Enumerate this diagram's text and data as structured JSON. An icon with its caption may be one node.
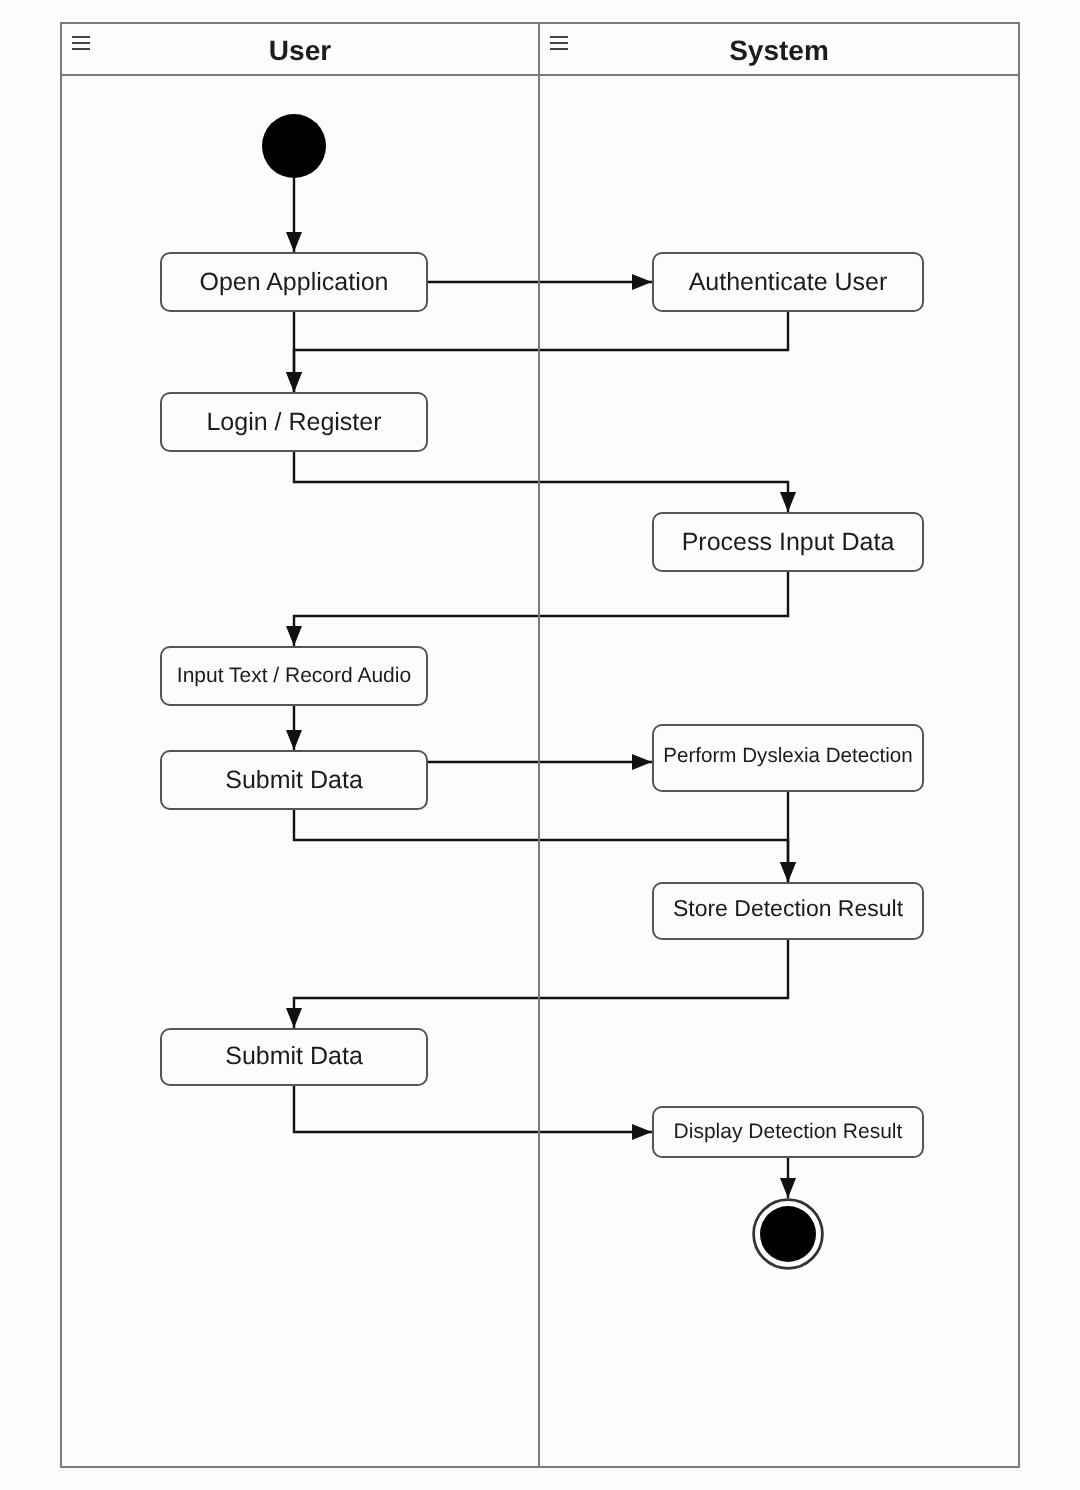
{
  "diagram": {
    "nodes": [
      {
        "text": [
          "User"
        ]
      },
      {
        "text": [
          "System"
        ]
      },
      {
        "text": [],
        "shape": "circle",
        "in": 0
      },
      {
        "text": [
          "Open Application"
        ],
        "in": 0
      },
      {
        "text": [
          "Authenticate User"
        ],
        "in": 1
      },
      {
        "text": [
          "Login / Register"
        ],
        "in": 0
      },
      {
        "text": [
          "Process Input Data"
        ],
        "in": 1
      },
      {
        "text": [
          "Input Text / Record Audio"
        ],
        "in": 0
      },
      {
        "text": [
          "Submit Data"
        ],
        "in": 0
      },
      {
        "text": [
          "Perform Dyslexia Detection"
        ],
        "in": 1
      },
      {
        "text": [
          "Store Detection Result"
        ],
        "in": 1
      },
      {
        "text": [
          "Submit Data"
        ],
        "in": 0
      },
      {
        "text": [
          "Display Detection Result"
        ],
        "in": 1
      },
      {
        "text": [],
        "shape": "bullseye",
        "in": 1
      }
    ],
    "edges": [
      {
        "from": 2,
        "to": 3,
        "arrow": "to"
      },
      {
        "from": 3,
        "to": 4,
        "arrow": "to"
      },
      {
        "from": 3,
        "to": 5,
        "arrow": "to"
      },
      {
        "from": 4,
        "to": 5,
        "arrow": "to"
      },
      {
        "from": 5,
        "to": 6,
        "arrow": "to"
      },
      {
        "from": 6,
        "to": 7,
        "arrow": "to"
      },
      {
        "from": 7,
        "to": 8,
        "arrow": "to"
      },
      {
        "from": 8,
        "to": 9,
        "arrow": "to"
      },
      {
        "from": 8,
        "to": 10,
        "arrow": "to"
      },
      {
        "from": 9,
        "to": 10,
        "arrow": "to"
      },
      {
        "from": 10,
        "to": 11,
        "arrow": "to"
      },
      {
        "from": 11,
        "to": 12,
        "arrow": "to"
      },
      {
        "from": 12,
        "to": 13,
        "arrow": "to"
      }
    ]
  }
}
